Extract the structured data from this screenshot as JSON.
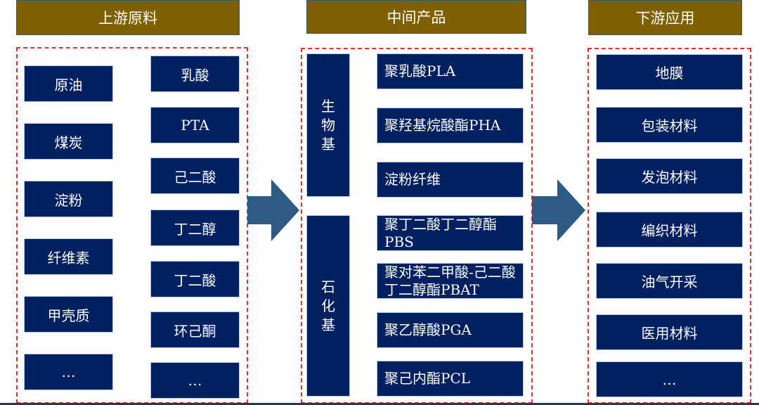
{
  "headers": {
    "upstream": "上游原料",
    "middle": "中间产品",
    "downstream": "下游应用"
  },
  "upstream": {
    "col_a": [
      "原油",
      "煤炭",
      "淀粉",
      "纤维素",
      "甲壳质",
      "…"
    ],
    "col_b": [
      "乳酸",
      "PTA",
      "己二酸",
      "丁二醇",
      "丁二酸",
      "环己酮",
      "…"
    ]
  },
  "middle": {
    "bio_label": [
      "生",
      "物",
      "基"
    ],
    "petro_label": [
      "石",
      "化",
      "基"
    ],
    "products": [
      "聚乳酸PLA",
      "聚羟基烷酸酯PHA",
      "淀粉纤维",
      "聚丁二酸丁二醇酯PBS",
      "聚对苯二甲酸-己二酸丁二醇酯PBAT",
      "聚乙醇酸PGA",
      "聚己内酯PCL"
    ]
  },
  "downstream": [
    "地膜",
    "包装材料",
    "发泡材料",
    "编织材料",
    "油气开采",
    "医用材料",
    "…"
  ],
  "colors": {
    "header": "#7f6000",
    "box": "#002060",
    "arrow": "#2e5b86",
    "dash": "#e03030"
  }
}
